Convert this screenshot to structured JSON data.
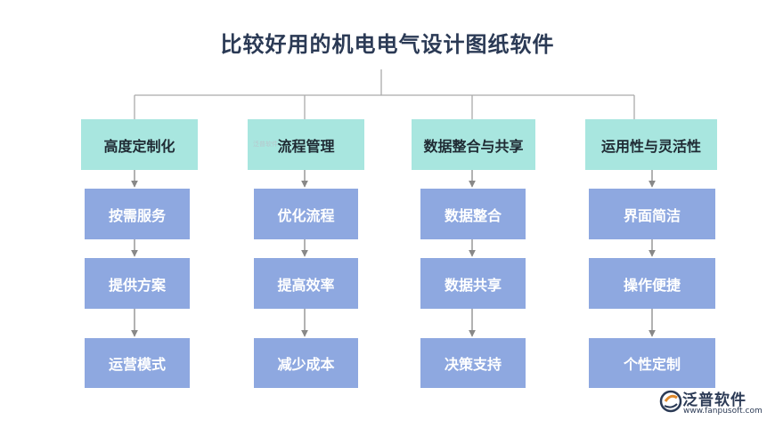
{
  "title": "比较好用的机电电气设计图纸软件",
  "columns": [
    {
      "head": "高度定制化",
      "items": [
        "按需服务",
        "提供方案",
        "运营模式"
      ]
    },
    {
      "head": "流程管理",
      "items": [
        "优化流程",
        "提高效率",
        "减少成本"
      ]
    },
    {
      "head": "数据整合与共享",
      "items": [
        "数据整合",
        "数据共享",
        "决策支持"
      ]
    },
    {
      "head": "运用性与灵活性",
      "items": [
        "界面简洁",
        "操作便捷",
        "个性定制"
      ]
    }
  ],
  "watermark_small": "泛普软件",
  "logo": {
    "name": "泛普软件",
    "url": "www.fanpusoft.com"
  },
  "colors": {
    "head_bg": "#a8e6df",
    "item_bg": "#8ea8e0",
    "line": "#999999",
    "title": "#2b3a55"
  }
}
